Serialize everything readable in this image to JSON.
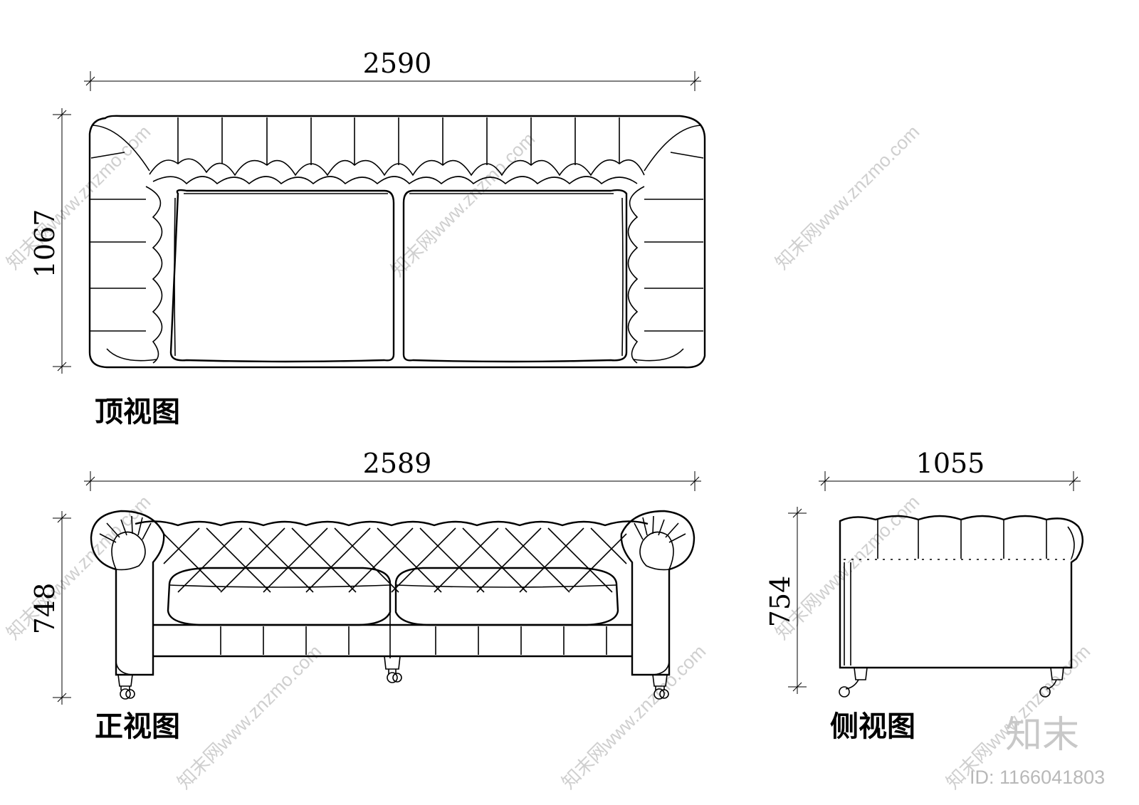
{
  "drawing": {
    "top_view": {
      "width_dim": "2590",
      "depth_dim": "1067",
      "label": "顶视图"
    },
    "front_view": {
      "width_dim": "2589",
      "height_dim": "748",
      "label": "正视图"
    },
    "side_view": {
      "width_dim": "1055",
      "height_dim": "754",
      "label": "侧视图"
    }
  },
  "watermark": {
    "site_text": "知末网www.znzmo.com",
    "brand": "知末",
    "id_text": "ID: 1166041803"
  }
}
